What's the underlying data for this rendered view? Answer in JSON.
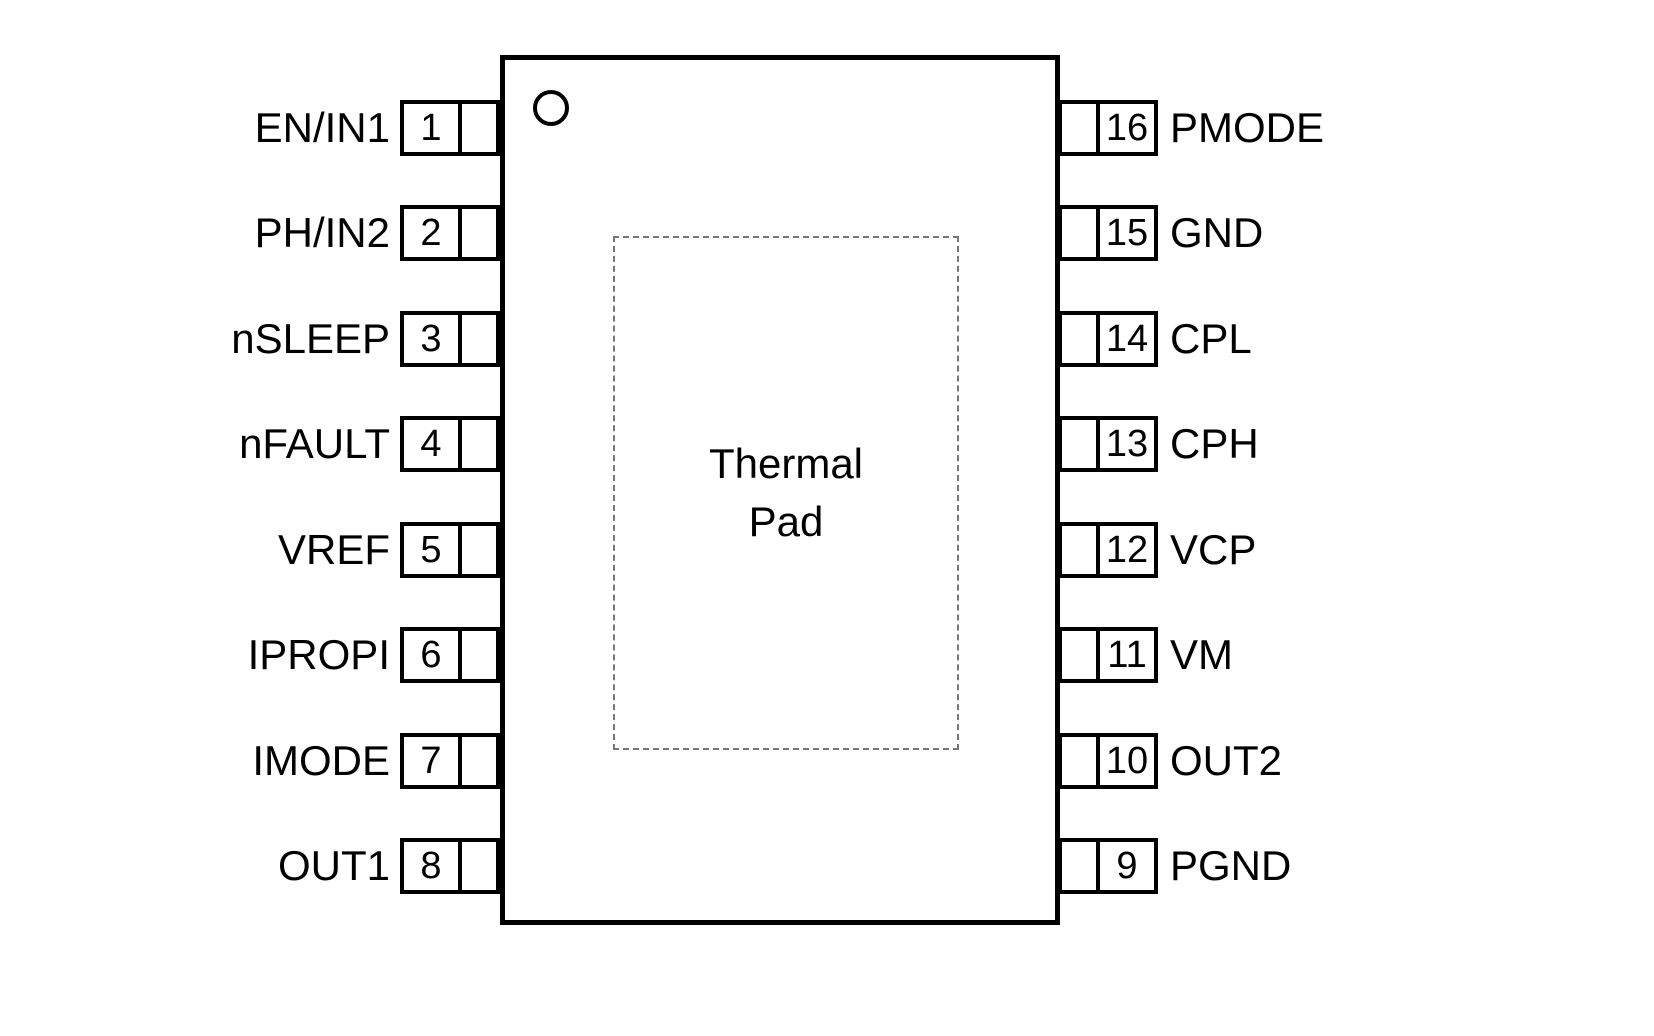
{
  "diagram": {
    "type": "ic-pinout",
    "package_pin_count": 16,
    "colors": {
      "line": "#000000",
      "background": "#ffffff",
      "thermal_pad_border": "#777777"
    },
    "thermal_pad": {
      "line1": "Thermal",
      "line2": "Pad"
    },
    "left_pins": [
      {
        "number": "1",
        "label": "EN/IN1"
      },
      {
        "number": "2",
        "label": "PH/IN2"
      },
      {
        "number": "3",
        "label": "nSLEEP"
      },
      {
        "number": "4",
        "label": "nFAULT"
      },
      {
        "number": "5",
        "label": "VREF"
      },
      {
        "number": "6",
        "label": "IPROPI"
      },
      {
        "number": "7",
        "label": "IMODE"
      },
      {
        "number": "8",
        "label": "OUT1"
      }
    ],
    "right_pins": [
      {
        "number": "16",
        "label": "PMODE"
      },
      {
        "number": "15",
        "label": "GND"
      },
      {
        "number": "14",
        "label": "CPL"
      },
      {
        "number": "13",
        "label": "CPH"
      },
      {
        "number": "12",
        "label": "VCP"
      },
      {
        "number": "11",
        "label": "VM"
      },
      {
        "number": "10",
        "label": "OUT2"
      },
      {
        "number": "9",
        "label": "PGND"
      }
    ]
  }
}
